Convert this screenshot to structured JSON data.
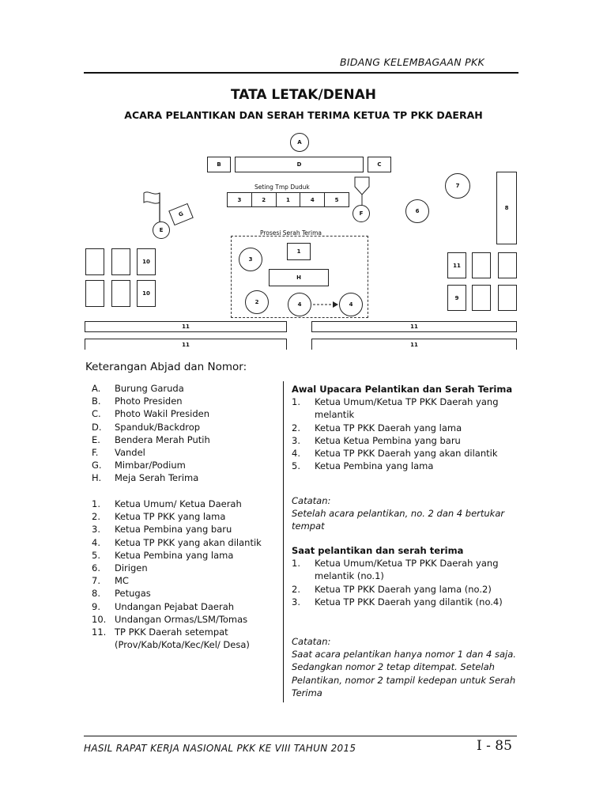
{
  "header": {
    "text": "BIDANG KELEMBAGAAN  PKK"
  },
  "title": "TATA LETAK/DENAH",
  "subtitle": "ACARA PELANTIKAN DAN SERAH TERIMA KETUA TP PKK DAERAH",
  "diagram": {
    "a": "A",
    "b": "B",
    "c": "C",
    "d": "D",
    "e": "E",
    "f": "F",
    "g": "G",
    "h": "H",
    "seating_label": "Seting Tmp Duduk",
    "seats": [
      "3",
      "2",
      "1",
      "4",
      "5"
    ],
    "procession_label": "Prosesi Serah Terima",
    "p1": "1",
    "p3": "3",
    "p2": "2",
    "p4a": "4",
    "p4b": "4",
    "c6": "6",
    "c7": "7",
    "r8": "8",
    "left10a": "10",
    "left10b": "10",
    "right11": "11",
    "right9": "9",
    "row11": [
      "11",
      "11",
      "11",
      "11"
    ]
  },
  "legend": {
    "heading": "Keterangan Abjad dan Nomor:",
    "letters": [
      {
        "n": "A.",
        "t": "Burung Garuda"
      },
      {
        "n": "B.",
        "t": "Photo Presiden"
      },
      {
        "n": "C.",
        "t": "Photo Wakil Presiden"
      },
      {
        "n": "D.",
        "t": "Spanduk/Backdrop"
      },
      {
        "n": "E.",
        "t": "Bendera Merah Putih"
      },
      {
        "n": "F.",
        "t": "Vandel"
      },
      {
        "n": "G.",
        "t": "Mimbar/Podium"
      },
      {
        "n": "H.",
        "t": "Meja Serah Terima"
      }
    ],
    "numbers": [
      {
        "n": "1.",
        "t": "Ketua Umum/ Ketua Daerah"
      },
      {
        "n": "2.",
        "t": "Ketua TP PKK yang lama"
      },
      {
        "n": "3.",
        "t": "Ketua Pembina yang baru"
      },
      {
        "n": "4.",
        "t": "Ketua TP PKK yang akan dilantik"
      },
      {
        "n": "5.",
        "t": "Ketua Pembina yang lama"
      },
      {
        "n": "6.",
        "t": "Dirigen"
      },
      {
        "n": "7.",
        "t": "MC"
      },
      {
        "n": "8.",
        "t": "Petugas"
      },
      {
        "n": "9.",
        "t": "Undangan Pejabat Daerah"
      },
      {
        "n": "10.",
        "t": "Undangan Ormas/LSM/Tomas"
      },
      {
        "n": "11.",
        "t": "TP PKK Daerah setempat"
      },
      {
        "n": "",
        "t": "(Prov/Kab/Kota/Kec/Kel/ Desa)"
      }
    ]
  },
  "right": {
    "awal_heading": "Awal Upacara Pelantikan dan Serah Terima",
    "awal_items": [
      {
        "n": "1.",
        "t": "Ketua Umum/Ketua TP PKK Daerah yang melantik"
      },
      {
        "n": "2.",
        "t": "Ketua TP PKK Daerah yang lama"
      },
      {
        "n": "3.",
        "t": "Ketua Ketua Pembina yang baru"
      },
      {
        "n": "4.",
        "t": "Ketua TP PKK Daerah yang akan dilantik"
      },
      {
        "n": "5.",
        "t": "Ketua Pembina yang lama"
      }
    ],
    "catatan1_label": "Catatan:",
    "catatan1_text": "Setelah acara pelantikan, no. 2 dan 4 bertukar tempat",
    "saat_heading": "Saat pelantikan dan serah terima",
    "saat_items": [
      {
        "n": "1.",
        "t": "Ketua Umum/Ketua TP PKK Daerah yang melantik (no.1)"
      },
      {
        "n": "2.",
        "t": "Ketua TP PKK Daerah yang lama (no.2)"
      },
      {
        "n": "3.",
        "t": "Ketua TP PKK Daerah yang dilantik (no.4)"
      }
    ],
    "catatan2_label": "Catatan:",
    "catatan2_text": "Saat acara pelantikan hanya nomor 1 dan 4 saja. Sedangkan nomor 2 tetap ditempat. Setelah Pelantikan, nomor 2 tampil kedepan untuk Serah Terima"
  },
  "footer": {
    "text": "HASIL RAPAT KERJA NASIONAL PKK KE VIII TAHUN 2015",
    "page": "I -  85"
  }
}
